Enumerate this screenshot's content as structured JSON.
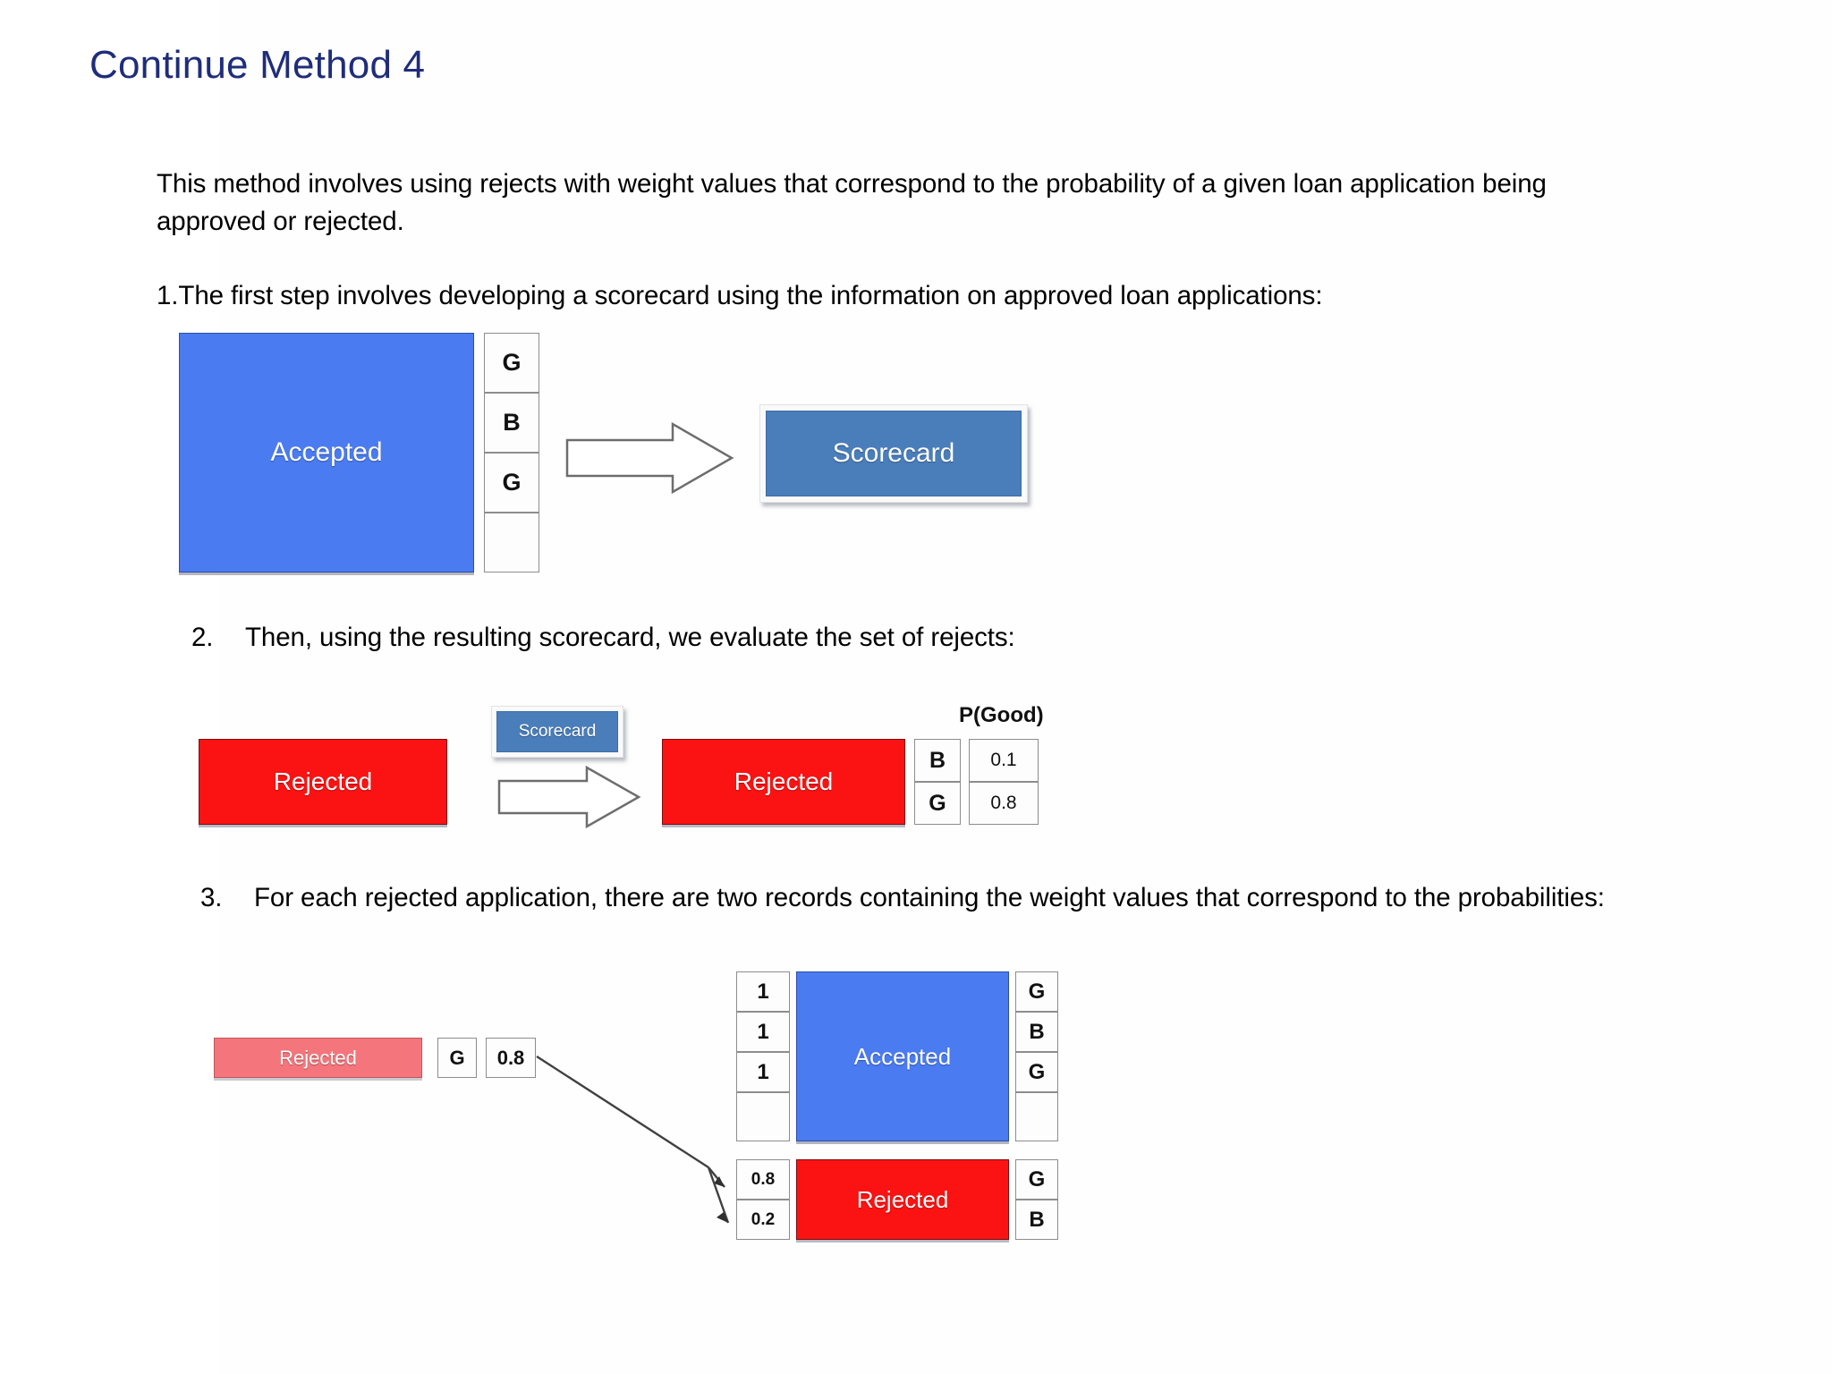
{
  "slide": {
    "title": "Continue Method 4",
    "title_color": "#1f2d7a",
    "background": "#ffffff"
  },
  "body": {
    "intro": "This method involves using rejects with weight values that correspond to the probability of a given loan application being approved or rejected.",
    "steps": [
      {
        "number": "1.",
        "text": "The first step involves developing a scorecard using the information on approved loan applications:"
      },
      {
        "number": "2.",
        "text": "Then, using the resulting scorecard, we evaluate the set of rejects:"
      },
      {
        "number": "3.",
        "text": "For each rejected application, there are two records containing the weight values that correspond to the probabilities:"
      }
    ]
  },
  "diagram1": {
    "accepted_label": "Accepted",
    "class_cells": [
      "G",
      "B",
      "G",
      ""
    ],
    "scorecard_label": "Scorecard",
    "arrow": "right-block-arrow",
    "colors": {
      "accepted": "#4a7bf0",
      "scorecard": "#4a7ebb"
    }
  },
  "diagram2": {
    "rejected_in_label": "Rejected",
    "scorecard_label": "Scorecard",
    "rejected_out_label": "Rejected",
    "pgood_header": "P(Good)",
    "rows": [
      {
        "class": "B",
        "pgood": "0.1"
      },
      {
        "class": "G",
        "pgood": "0.8"
      }
    ],
    "arrow": "right-block-arrow",
    "colors": {
      "rejected": "#fb1313",
      "scorecard": "#4a7ebb"
    }
  },
  "diagram3": {
    "source": {
      "label": "Rejected",
      "class": "G",
      "weight": "0.8",
      "color": "#f4767c"
    },
    "accepted_group": {
      "label": "Accepted",
      "weights": [
        "1",
        "1",
        "1",
        ""
      ],
      "classes": [
        "G",
        "B",
        "G",
        ""
      ],
      "color": "#4a7bf0"
    },
    "rejected_group": {
      "label": "Rejected",
      "weights": [
        "0.8",
        "0.2"
      ],
      "classes": [
        "G",
        "B"
      ],
      "color": "#fb1313"
    },
    "connector": "branching-arrow"
  }
}
